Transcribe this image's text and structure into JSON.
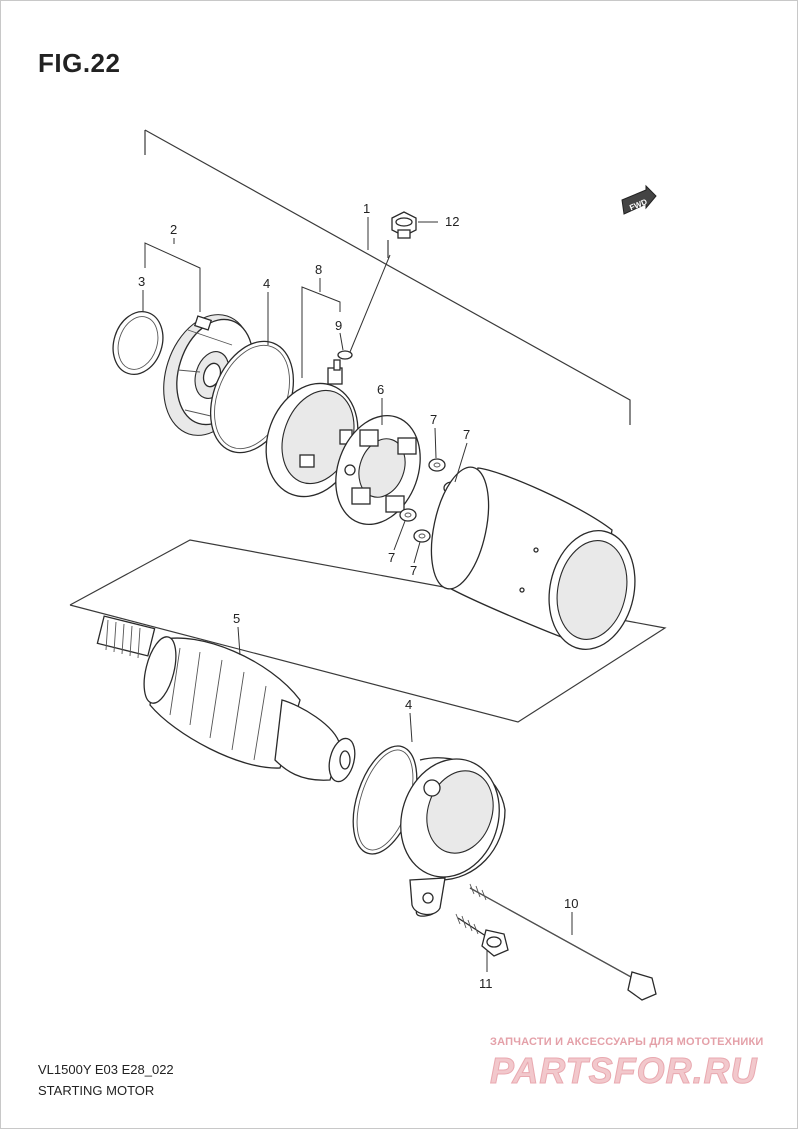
{
  "figure": {
    "title": "FIG.22"
  },
  "direction_marker": {
    "label": "FWD"
  },
  "callouts": {
    "c1": "1",
    "c2": "2",
    "c3": "3",
    "c4a": "4",
    "c4b": "4",
    "c5": "5",
    "c6": "6",
    "c7a": "7",
    "c7b": "7",
    "c7c": "7",
    "c7d": "7",
    "c8": "8",
    "c9": "9",
    "c10": "10",
    "c11": "11",
    "c12": "12"
  },
  "footer": {
    "model_code": "VL1500Y E03 E28_022",
    "section_name": "STARTING MOTOR"
  },
  "watermark": {
    "tagline": "ЗАПЧАСТИ И АКСЕССУАРЫ ДЛЯ МОТОТЕХНИКИ",
    "logo_text": "PARTSFOR.RU"
  }
}
